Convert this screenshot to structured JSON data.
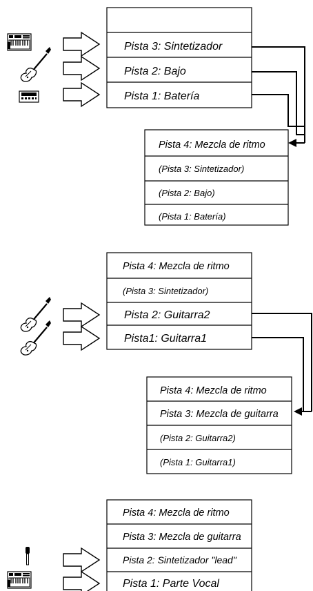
{
  "section1": {
    "recorder": [
      "",
      "Pista 3: Sintetizador",
      "Pista 2: Bajo",
      "Pista 1: Batería"
    ],
    "mix": [
      "Pista 4: Mezcla de ritmo",
      "(Pista 3: Sintetizador)",
      "(Pista 2: Bajo)",
      "(Pista 1: Batería)"
    ]
  },
  "section2": {
    "recorder": [
      "Pista 4: Mezcla de ritmo",
      "(Pista 3: Sintetizador)",
      "Pista 2: Guitarra2",
      "Pista1: Guitarra1"
    ],
    "mix": [
      "Pista 4: Mezcla de ritmo",
      "Pista 3: Mezcla de guitarra",
      "(Pista 2: Guitarra2)",
      "(Pista 1: Guitarra1)"
    ]
  },
  "section3": {
    "recorder": [
      "Pista 4: Mezcla de ritmo",
      "Pista 3: Mezcla de guitarra",
      "Pista 2: Sintetizador \"lead\"",
      "Pista 1: Parte Vocal"
    ]
  },
  "icons": [
    "keyboard-synth-icon",
    "bass-guitar-icon",
    "drum-machine-icon",
    "electric-guitar-icon",
    "microphone-icon"
  ]
}
